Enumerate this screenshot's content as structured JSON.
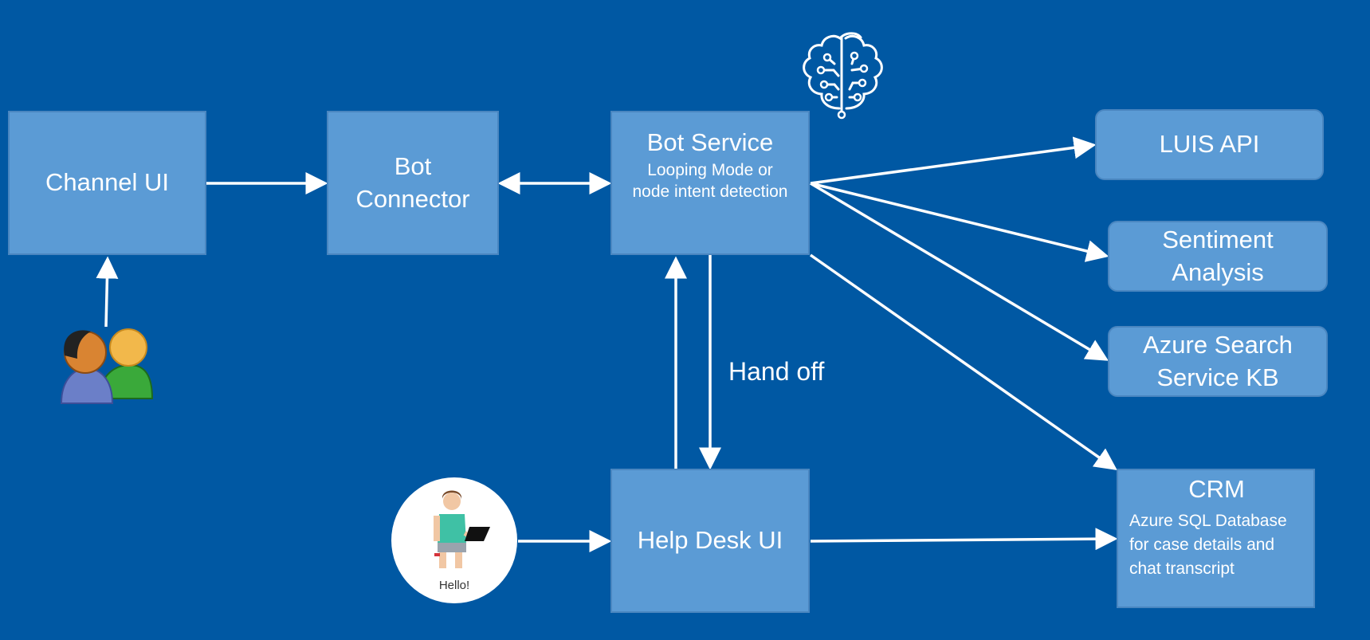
{
  "nodes": {
    "channel_ui": {
      "title": "Channel UI"
    },
    "bot_connector": {
      "line1": "Bot",
      "line2": "Connector"
    },
    "bot_service": {
      "title": "Bot Service",
      "sub1": "Looping Mode or",
      "sub2": "node intent detection"
    },
    "luis_api": {
      "title": "LUIS API"
    },
    "sentiment": {
      "line1": "Sentiment",
      "line2": "Analysis"
    },
    "azure_search": {
      "line1": "Azure Search",
      "line2": "Service KB"
    },
    "help_desk": {
      "title": "Help Desk UI"
    },
    "crm": {
      "title": "CRM",
      "sub1": "Azure SQL Database",
      "sub2": "for case details and",
      "sub3": "chat transcript"
    }
  },
  "labels": {
    "hand_off": "Hand off"
  },
  "agent": {
    "caption": "Hello!"
  },
  "icons": [
    "brain-circuit-icon",
    "users-icon",
    "support-agent-icon"
  ],
  "colors": {
    "background": "#0058a3",
    "node_fill": "#5b9bd5",
    "arrow": "#ffffff"
  }
}
